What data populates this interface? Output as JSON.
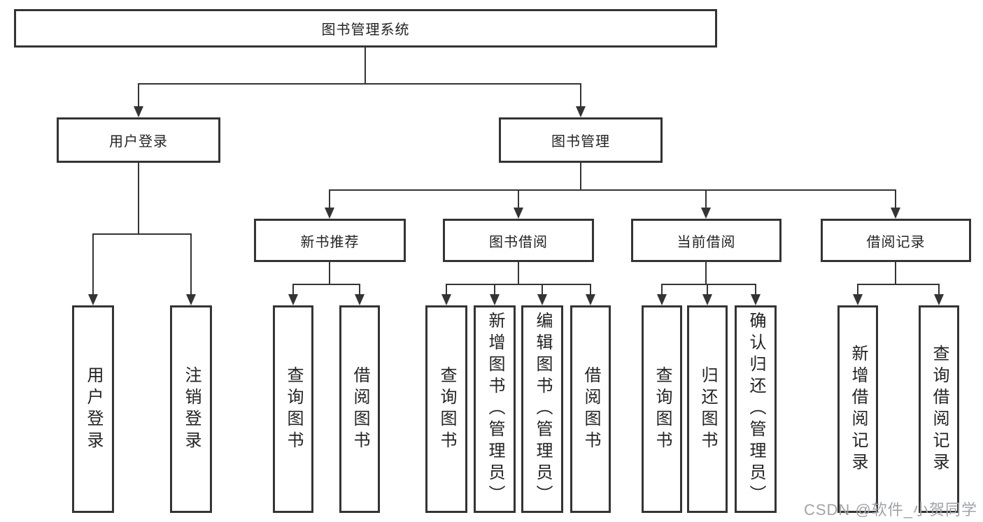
{
  "tree": {
    "root": "图书管理系统",
    "branches": [
      {
        "label": "用户登录",
        "children": [
          "用户登录",
          "注销登录"
        ]
      },
      {
        "label": "图书管理",
        "groups": [
          {
            "label": "新书推荐",
            "children": [
              "查询图书",
              "借阅图书"
            ]
          },
          {
            "label": "图书借阅",
            "children": [
              "查询图书",
              "新增图书（管理员）",
              "编辑图书（管理员）",
              "借阅图书"
            ]
          },
          {
            "label": "当前借阅",
            "children": [
              "查询图书",
              "归还图书",
              "确认归还（管理员）"
            ]
          },
          {
            "label": "借阅记录",
            "children": [
              "新增借阅记录",
              "查询借阅记录"
            ]
          }
        ]
      }
    ]
  },
  "watermark": "CSDN @软件_小贺同学",
  "colors": {
    "line": "#343434",
    "box_border": "#343434",
    "text": "#232323",
    "background": "#ffffff",
    "watermark": "#a0a3a9"
  }
}
